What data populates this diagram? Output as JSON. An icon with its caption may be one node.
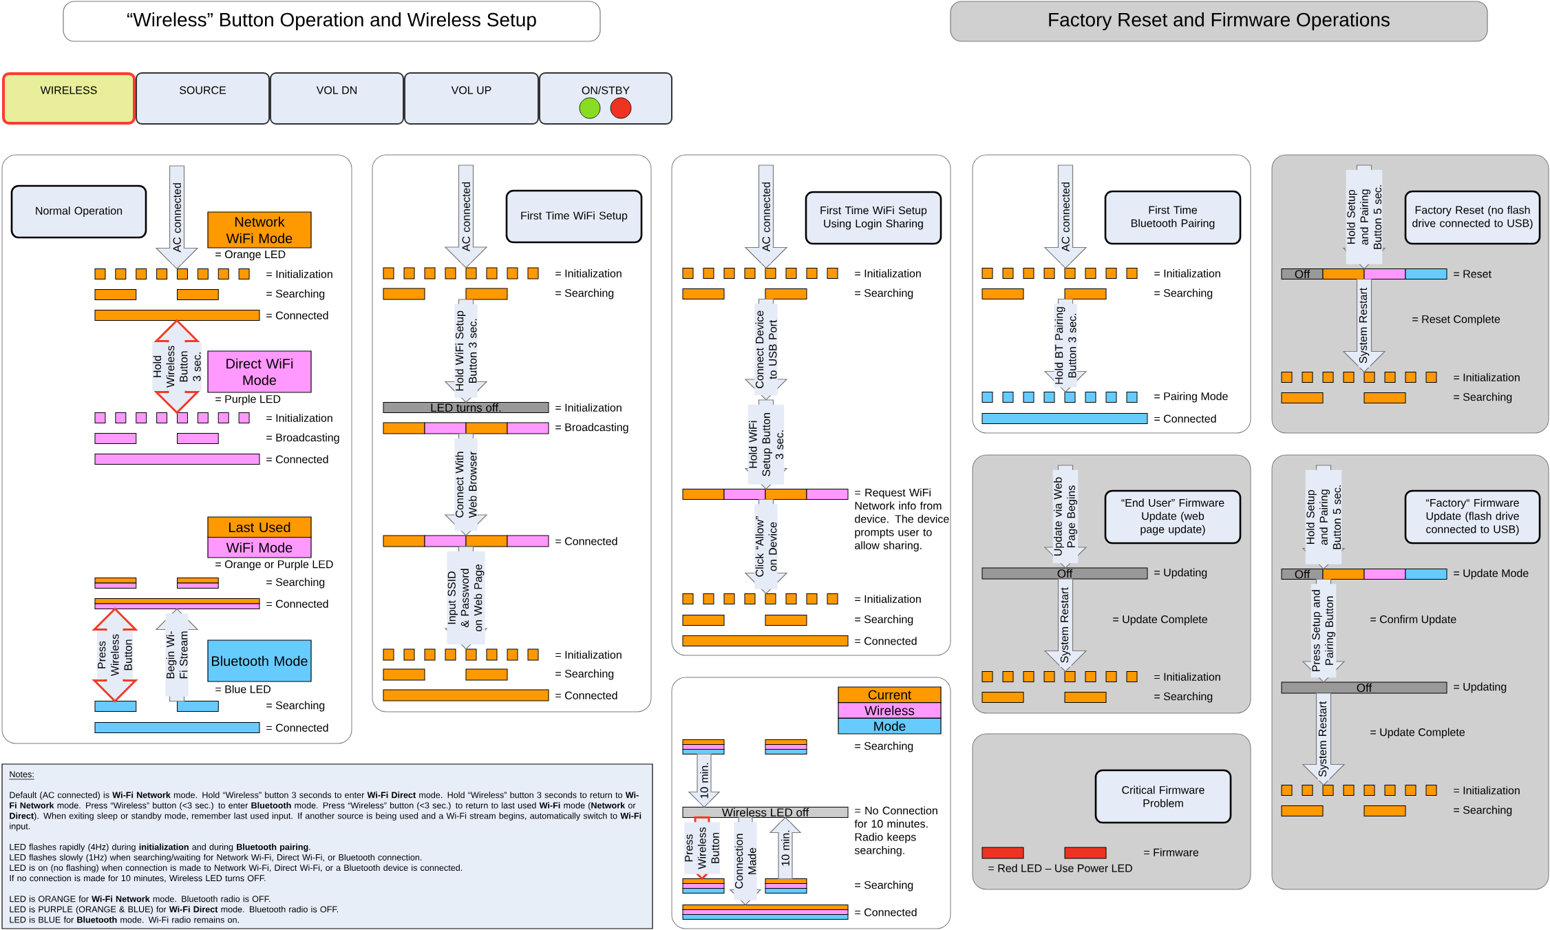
{
  "diagram": {
    "nodes": [
      {
        "text": [
          "“Wireless” Button Operation and Wireless Setup"
        ]
      },
      {
        "text": [
          "Factory Reset and Firmware Operations"
        ]
      },
      {
        "text": [
          "WIRELESS"
        ]
      },
      {
        "text": [
          "SOURCE"
        ]
      },
      {
        "text": [
          "VOL DN"
        ]
      },
      {
        "text": [
          "VOL UP"
        ]
      },
      {
        "text": [
          "ON/STBY"
        ]
      },
      {
        "text": [],
        "shape": "box"
      },
      {
        "text": [
          "Normal Operation"
        ],
        "in": 7
      },
      {
        "text": [
          "Network WiFi Mode"
        ],
        "in": 7,
        "beside": [
          "= Orange LED"
        ]
      },
      {
        "text": [],
        "shape": "bar",
        "in": 7,
        "beside": [
          "= Initialization"
        ]
      },
      {
        "text": [],
        "shape": "bar",
        "in": 7
      },
      {
        "text": [],
        "shape": "bar",
        "in": 7,
        "beside": [
          "= Connected"
        ]
      },
      {
        "text": [
          "Direct WiFi Mode"
        ],
        "in": 7,
        "beside": [
          "= Purple LED"
        ]
      },
      {
        "text": [],
        "shape": "bar",
        "in": 7,
        "beside": [
          "= Initialization"
        ]
      },
      {
        "text": [],
        "shape": "bar",
        "in": 7
      },
      {
        "text": [],
        "shape": "bar",
        "in": 7,
        "beside": [
          "= Connected"
        ]
      },
      {
        "text": [
          "Last Used",
          "WiFi Mode"
        ],
        "in": 7,
        "beside": [
          "= Orange or Purple LED"
        ]
      },
      {
        "text": [],
        "shape": "bar",
        "in": 7
      },
      {
        "text": [],
        "shape": "bar",
        "in": 7,
        "beside": [
          "= Connected"
        ]
      },
      {
        "text": [
          "Bluetooth Mode"
        ],
        "in": 7,
        "beside": [
          "= Blue LED"
        ]
      },
      {
        "text": [],
        "shape": "bar",
        "in": 7
      },
      {
        "text": [],
        "shape": "bar",
        "in": 7,
        "beside": [
          "= Connected"
        ]
      },
      {
        "text": [],
        "shape": "box"
      },
      {
        "text": [
          "First Time WiFi Setup"
        ],
        "in": 23
      },
      {
        "text": [],
        "shape": "bar",
        "in": 23,
        "beside": [
          "= Initialization"
        ]
      },
      {
        "text": [],
        "shape": "bar",
        "in": 23
      },
      {
        "text": [
          "LED turns off."
        ],
        "in": 23,
        "beside": [
          "= Initialization"
        ]
      },
      {
        "text": [],
        "shape": "bar",
        "in": 23,
        "beside": [
          "= Broadcasting"
        ]
      },
      {
        "text": [],
        "shape": "bar",
        "in": 23,
        "beside": [
          "= Connected"
        ]
      },
      {
        "text": [],
        "shape": "bar",
        "in": 23,
        "beside": [
          "= Initialization"
        ]
      },
      {
        "text": [],
        "shape": "bar",
        "in": 23
      },
      {
        "text": [],
        "shape": "bar",
        "in": 23,
        "beside": [
          "= Connected"
        ]
      },
      {
        "text": [],
        "shape": "box"
      },
      {
        "text": [
          "First Time WiFi Setup Using Login Sharing"
        ],
        "in": 33
      },
      {
        "text": [],
        "shape": "bar",
        "in": 33,
        "beside": [
          "= Initialization"
        ]
      },
      {
        "text": [],
        "shape": "bar",
        "in": 33
      },
      {
        "text": [],
        "shape": "bar",
        "in": 33,
        "beside": [
          "= Request WiFi Network info from device. The device prompts user to allow sharing."
        ]
      },
      {
        "text": [],
        "shape": "bar",
        "in": 33,
        "beside": [
          "= Initialization"
        ]
      },
      {
        "text": [],
        "shape": "bar",
        "in": 33
      },
      {
        "text": [],
        "shape": "bar",
        "in": 33,
        "beside": [
          "= Connected"
        ]
      },
      {
        "text": [],
        "shape": "box"
      },
      {
        "text": [
          "Current",
          "Wireless",
          "Mode"
        ],
        "in": 41
      },
      {
        "text": [],
        "shape": "bar",
        "in": 41
      },
      {
        "text": [
          "Wireless LED off"
        ],
        "in": 41,
        "beside": [
          "= No Connection for 10 minutes. Radio keeps searching."
        ]
      },
      {
        "text": [],
        "shape": "bar",
        "in": 41
      },
      {
        "text": [],
        "shape": "bar",
        "in": 41,
        "beside": [
          "= Connected"
        ]
      },
      {
        "text": [],
        "shape": "box"
      },
      {
        "text": [
          "First Time Bluetooth Pairing"
        ],
        "in": 47
      },
      {
        "text": [],
        "shape": "bar",
        "in": 47,
        "beside": [
          "= Initialization"
        ]
      },
      {
        "text": [],
        "shape": "bar",
        "in": 47
      },
      {
        "text": [],
        "shape": "bar",
        "in": 47,
        "beside": [
          "= Pairing Mode"
        ]
      },
      {
        "text": [],
        "shape": "bar",
        "in": 47,
        "beside": [
          "= Connected"
        ]
      },
      {
        "text": [],
        "shape": "box"
      },
      {
        "text": [
          "“End User” Firmware Update (web page update)"
        ],
        "in": 53
      },
      {
        "text": [
          "Off"
        ],
        "in": 53,
        "beside": [
          "= Updating"
        ]
      },
      {
        "text": [],
        "shape": "bar",
        "in": 53,
        "beside": [
          "= Initialization"
        ]
      },
      {
        "text": [],
        "shape": "bar",
        "in": 53
      },
      {
        "text": [],
        "shape": "box"
      },
      {
        "text": [
          "Critical Firmware Problem"
        ],
        "in": 58
      },
      {
        "text": [],
        "shape": "bar",
        "in": 58,
        "beside": [
          "= Firmware",
          "= Red LED – Use Power LED"
        ]
      },
      {
        "text": [],
        "shape": "box"
      },
      {
        "text": [
          "Factory Reset (no flash drive connected to USB)"
        ],
        "in": 61
      },
      {
        "text": [
          "Off"
        ],
        "in": 61,
        "beside": [
          "= Reset"
        ]
      },
      {
        "text": [],
        "shape": "bar",
        "in": 61,
        "beside": [
          "= Initialization"
        ]
      },
      {
        "text": [],
        "shape": "bar",
        "in": 61
      },
      {
        "text": [],
        "shape": "box"
      },
      {
        "text": [
          "“Factory“ Firmware Update (flash drive connected to USB)"
        ],
        "in": 66
      },
      {
        "text": [
          "Off"
        ],
        "in": 66,
        "beside": [
          "= Update Mode"
        ]
      },
      {
        "text": [
          "Off"
        ],
        "in": 66,
        "beside": [
          "= Updating"
        ]
      },
      {
        "text": [],
        "shape": "bar",
        "in": 66,
        "beside": [
          "= Initialization"
        ]
      },
      {
        "text": [],
        "shape": "bar",
        "in": 66
      },
      {
        "text": [
          "Notes:",
          "Default (AC connected) is **Wi-Fi Network** mode. Hold “Wireless” button 3 seconds to enter **Wi-Fi Direct** mode. Hold “Wireless” button 3 seconds to return to **Wi-Fi Network** mode. Press “Wireless” button (<3 sec.) to enter **Bluetooth** mode. Press “Wireless” button (<3 sec.) to return to last used **Wi-Fi** mode (**Network** or **Direct**). When exiting sleep or standby mode, remember last used input. If another source is being used and a Wi-Fi stream begins, automatically switch to **Wi-Fi** input.",
          "LED flashes rapidly (4Hz) during **initialization** and during **Bluetooth pairing**.",
          "LED flashes slowly (1Hz) when searching/waiting for Network Wi-Fi, Direct Wi-Fi, or Bluetooth connection.",
          "LED is on (no flashing) when connection is made to Network Wi-Fi, Direct Wi-Fi, or a Bluetooth device is connected.",
          "If no connection is made for 10 minutes, Wireless LED turns OFF.",
          "LED is ORANGE for **Wi-Fi Network** mode. Bluetooth radio is OFF.",
          "LED is PURPLE (ORANGE & BLUE) for **Wi-Fi Direct** mode. Bluetooth radio is OFF.",
          "LED is BLUE for **Bluetooth** mode. Wi-Fi radio remains on."
        ]
      }
    ],
    "edges": [
      {
        "from": null,
        "to": 10,
        "arrow": "to",
        "label": "AC connected"
      },
      {
        "from": 12,
        "to": 14,
        "arrow": "both",
        "label": "Hold Wireless Button 3 sec.",
        "style": "thick",
        "color": "#f03c28"
      },
      {
        "from": 19,
        "to": 21,
        "arrow": "both",
        "label": "Press Wireless Button",
        "style": "thick",
        "color": "#f03c28"
      },
      {
        "from": 21,
        "to": 19,
        "arrow": "to",
        "label": "Begin Wi-Fi Stream"
      },
      {
        "from": null,
        "to": 25,
        "arrow": "to",
        "label": "AC connected"
      },
      {
        "from": 26,
        "to": 27,
        "arrow": "to",
        "label": "Hold WiFi Setup Button 3 sec."
      },
      {
        "from": 28,
        "to": 29,
        "arrow": "to",
        "label": "Connect With Web Browser"
      },
      {
        "from": 29,
        "to": 30,
        "arrow": "to",
        "label": "Input SSID & Password on Web Page"
      },
      {
        "from": null,
        "to": 35,
        "arrow": "to",
        "label": "AC connected"
      },
      {
        "from": 36,
        "to": null,
        "arrow": "to",
        "label": "Connect Device to USB Port"
      },
      {
        "from": null,
        "to": 37,
        "arrow": "to",
        "label": "Hold WiFi Setup Button 3 sec."
      },
      {
        "from": 37,
        "to": 38,
        "arrow": "to",
        "label": "Click “Allow” on Device"
      },
      {
        "from": 43,
        "to": 44,
        "arrow": "to",
        "label": "10 min."
      },
      {
        "from": 44,
        "to": 45,
        "arrow": "to",
        "label": "Press Wireless Button",
        "style": "thick",
        "color": "#f03c28"
      },
      {
        "from": 44,
        "to": 46,
        "arrow": "to",
        "label": "Connection Made"
      },
      {
        "from": 45,
        "to": 44,
        "arrow": "to",
        "label": "10 min."
      },
      {
        "from": null,
        "to": 49,
        "arrow": "to",
        "label": "AC connected"
      },
      {
        "from": 50,
        "to": 51,
        "arrow": "to",
        "label": "Hold BT Pairing Button 3 sec."
      },
      {
        "from": null,
        "to": 55,
        "arrow": "to",
        "label": "Update via Web Page Begins"
      },
      {
        "from": 55,
        "to": 56,
        "arrow": "to",
        "label": "System Restart"
      },
      {
        "from": null,
        "to": 63,
        "arrow": "to",
        "label": "Hold Setup and Pairing Button 5 sec."
      },
      {
        "from": 63,
        "to": 64,
        "arrow": "to",
        "label": "System Restart"
      },
      {
        "from": null,
        "to": 68,
        "arrow": "to",
        "label": "Hold Setup and Pairing Button 5 sec."
      },
      {
        "from": 68,
        "to": 69,
        "arrow": "to",
        "label": "Press Setup and Pairing Button"
      },
      {
        "from": 69,
        "to": 70,
        "arrow": "to",
        "label": "System Restart"
      }
    ],
    "labels": [
      "= Searching",
      "= Broadcasting",
      "= Searching",
      "= Searching",
      "= Searching",
      "= Searching",
      "= Searching",
      "= Searching",
      "= Searching",
      "= Searching",
      "= Searching",
      "= Update Complete",
      "= Searching",
      "= Reset Complete",
      "= Searching",
      "= Confirm Update",
      "= Update Complete",
      "= Searching"
    ]
  }
}
